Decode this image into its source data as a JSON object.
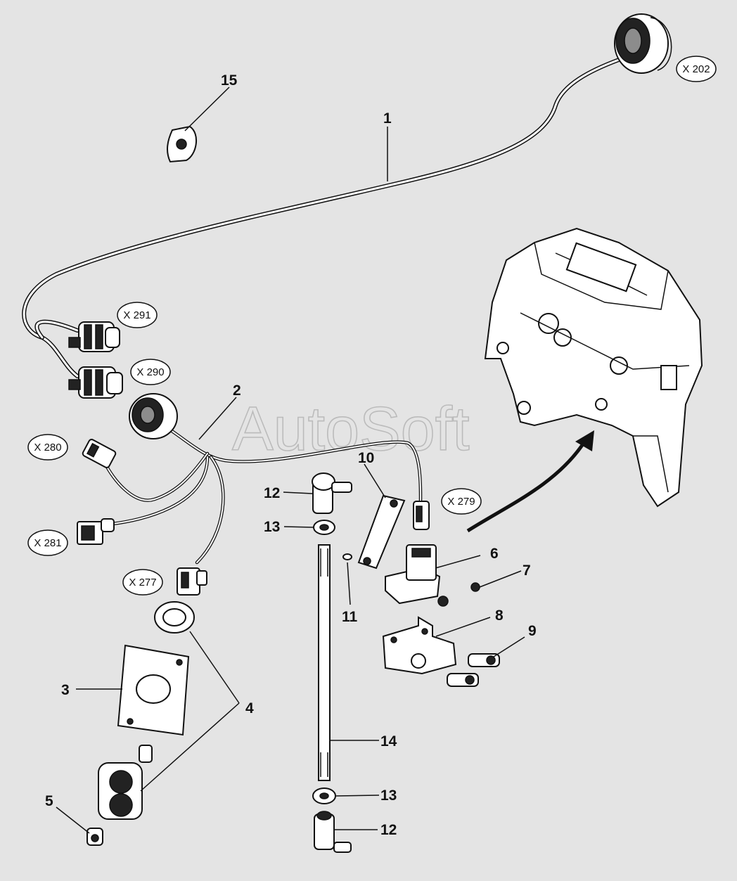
{
  "watermark": "AutoSoft",
  "part_numbers": {
    "p1": "1",
    "p2": "2",
    "p3": "3",
    "p4": "4",
    "p5": "5",
    "p6": "6",
    "p7": "7",
    "p8": "8",
    "p9": "9",
    "p10": "10",
    "p11": "11",
    "p12_top": "12",
    "p12_bottom": "12",
    "p13_top": "13",
    "p13_bottom": "13",
    "p14": "14",
    "p15": "15"
  },
  "connectors": {
    "x202": "X 202",
    "x291": "X 291",
    "x290": "X 290",
    "x280": "X 280",
    "x281": "X 281",
    "x277": "X 277",
    "x279": "X 279"
  },
  "colors": {
    "background": "#e4e4e4",
    "line": "#111111",
    "part_fill": "#ffffff"
  }
}
